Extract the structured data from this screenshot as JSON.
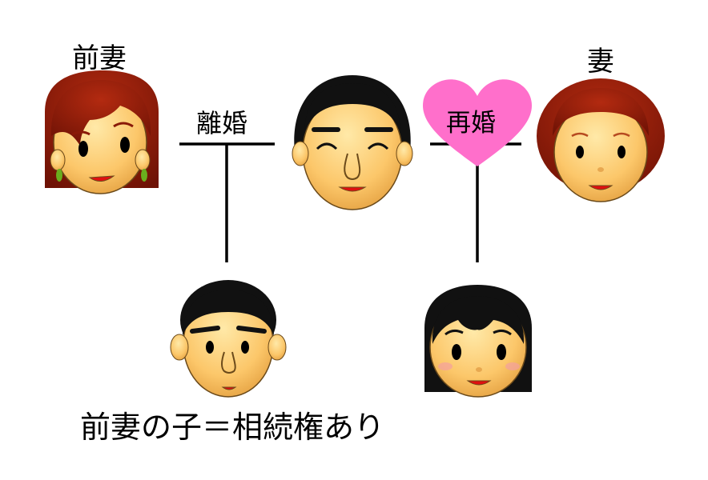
{
  "labels": {
    "ex_wife": "前妻",
    "wife": "妻",
    "divorce": "離婚",
    "remarriage": "再婚",
    "note": "前妻の子＝相続権あり"
  },
  "colors": {
    "skin": "#FCC76A",
    "skin_outline": "#6B4A1A",
    "red_hair": "#8A1A08",
    "black_hair": "#111111",
    "heart": "#FF6FCB",
    "mouth": "#E01010",
    "earring": "#6AAE1E"
  },
  "icons": [
    "ex-wife-face",
    "husband-face",
    "wife-face",
    "son-face",
    "daughter-face",
    "heart-icon"
  ]
}
